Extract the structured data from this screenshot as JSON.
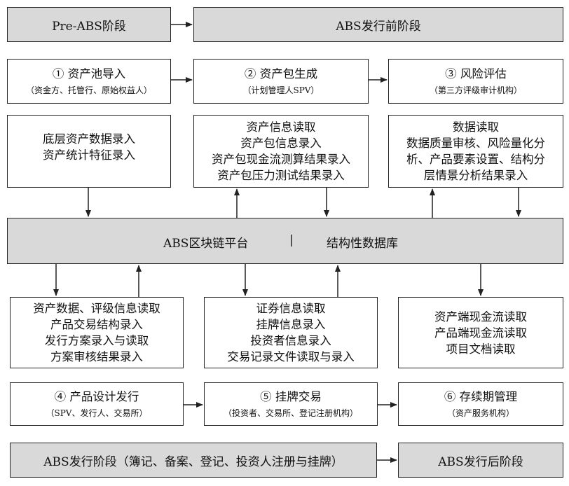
{
  "stages": {
    "pre_abs": "Pre-ABS阶段",
    "before_issue": "ABS发行前阶段",
    "issue": "ABS发行阶段（簿记、备案、登记、投资人注册与挂牌）",
    "after_issue": "ABS发行后阶段"
  },
  "steps": [
    {
      "title": "① 资产池导入",
      "sub": "（资金方、托管行、原始权益人）"
    },
    {
      "title": "② 资产包生成",
      "sub": "（计划管理人SPV）"
    },
    {
      "title": "③ 风险评估",
      "sub": "（第三方评级审计机构）"
    },
    {
      "title": "④ 产品设计发行",
      "sub": "（SPV、发行人、交易所）"
    },
    {
      "title": "⑤ 挂牌交易",
      "sub": "（投资者、交易所、登记注册机构）"
    },
    {
      "title": "⑥ 存续期管理",
      "sub": "（资产服务机构）"
    }
  ],
  "details": {
    "top_left": [
      "底层资产数据录入",
      "资产统计特征录入"
    ],
    "top_mid": [
      "资产信息读取",
      "资产包信息录入",
      "资产包现金流测算结果录入",
      "资产包压力测试结果录入"
    ],
    "top_right": [
      "数据读取",
      "数据质量审核、风险量化分",
      "析、产品要素设置、结构分",
      "层情景分析结果录入"
    ],
    "bottom_left": [
      "资产数据、评级信息读取",
      "产品交易结构录入",
      "发行方案录入与读取",
      "方案审核结果录入"
    ],
    "bottom_mid": [
      "证券信息读取",
      "挂牌信息录入",
      "投资者信息录入",
      "交易记录文件读取与录入"
    ],
    "bottom_right": [
      "资产端现金流读取",
      "产品端现金流读取",
      "项目文档读取"
    ]
  },
  "platform": {
    "left": "ABS区块链平台",
    "separator": "|",
    "right": "结构性数据库"
  }
}
